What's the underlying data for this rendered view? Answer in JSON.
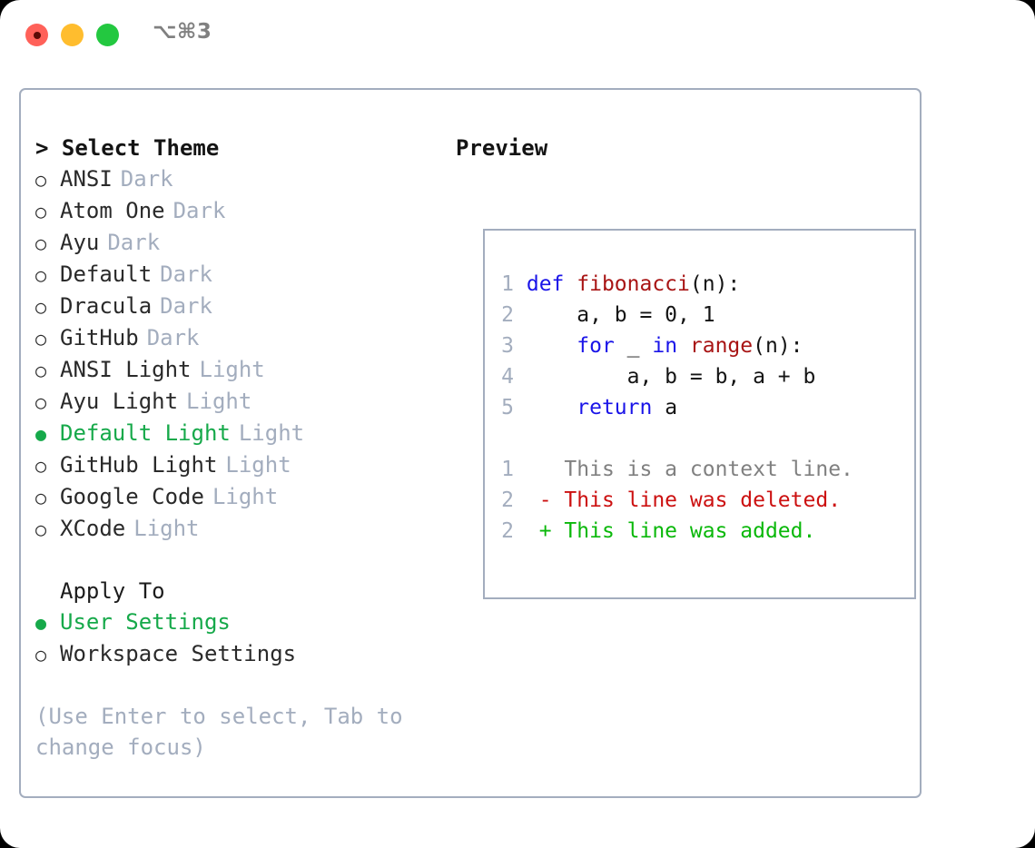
{
  "titlebar": {
    "shortcut": "⌥⌘3",
    "lights": [
      "close-red",
      "minimize-yellow",
      "maximize-green"
    ]
  },
  "theme_picker": {
    "heading": "> Select Theme",
    "marker_selected": "●",
    "marker_unselected": "○",
    "selected_color": "#16a94a",
    "tag_color": "#a3adbe",
    "items": [
      {
        "marker": "○",
        "label": "ANSI",
        "tag": "Dark",
        "selected": false
      },
      {
        "marker": "○",
        "label": "Atom One",
        "tag": "Dark",
        "selected": false
      },
      {
        "marker": "○",
        "label": "Ayu",
        "tag": "Dark",
        "selected": false
      },
      {
        "marker": "○",
        "label": "Default",
        "tag": "Dark",
        "selected": false
      },
      {
        "marker": "○",
        "label": "Dracula",
        "tag": "Dark",
        "selected": false
      },
      {
        "marker": "○",
        "label": "GitHub",
        "tag": "Dark",
        "selected": false
      },
      {
        "marker": "○",
        "label": "ANSI Light",
        "tag": "Light",
        "selected": false
      },
      {
        "marker": "○",
        "label": "Ayu Light",
        "tag": "Light",
        "selected": false
      },
      {
        "marker": "●",
        "label": "Default Light",
        "tag": "Light",
        "selected": true
      },
      {
        "marker": "○",
        "label": "GitHub Light",
        "tag": "Light",
        "selected": false
      },
      {
        "marker": "○",
        "label": "Google Code",
        "tag": "Light",
        "selected": false
      },
      {
        "marker": "○",
        "label": "XCode",
        "tag": "Light",
        "selected": false
      }
    ]
  },
  "apply_to": {
    "heading": "Apply To",
    "items": [
      {
        "marker": "●",
        "label": "User Settings",
        "selected": true
      },
      {
        "marker": "○",
        "label": "Workspace Settings",
        "selected": false
      }
    ]
  },
  "hint": "(Use Enter to select, Tab to change focus)",
  "preview": {
    "heading": "Preview",
    "code_lines": [
      {
        "num": "1",
        "segments": [
          {
            "text": "def ",
            "style": "kw"
          },
          {
            "text": "fibonacci",
            "style": "fn"
          },
          {
            "text": "(n):",
            "style": "plain"
          }
        ]
      },
      {
        "num": "2",
        "segments": [
          {
            "text": "    a, b = 0, 1",
            "style": "plain"
          }
        ]
      },
      {
        "num": "3",
        "segments": [
          {
            "text": "    ",
            "style": "plain"
          },
          {
            "text": "for",
            "style": "kw"
          },
          {
            "text": " _ ",
            "style": "plain"
          },
          {
            "text": "in ",
            "style": "kw"
          },
          {
            "text": "range",
            "style": "fn"
          },
          {
            "text": "(n):",
            "style": "plain"
          }
        ]
      },
      {
        "num": "4",
        "segments": [
          {
            "text": "        a, b = b, a + b",
            "style": "plain"
          }
        ]
      },
      {
        "num": "5",
        "segments": [
          {
            "text": "    ",
            "style": "plain"
          },
          {
            "text": "return",
            "style": "kw"
          },
          {
            "text": " a",
            "style": "plain"
          }
        ]
      }
    ],
    "diff_lines": [
      {
        "num": "1",
        "text": "  This is a context line.",
        "style": "ctx"
      },
      {
        "num": "2",
        "text": "- This line was deleted.",
        "style": "del"
      },
      {
        "num": "2",
        "text": "+ This line was added.",
        "style": "add"
      }
    ]
  }
}
